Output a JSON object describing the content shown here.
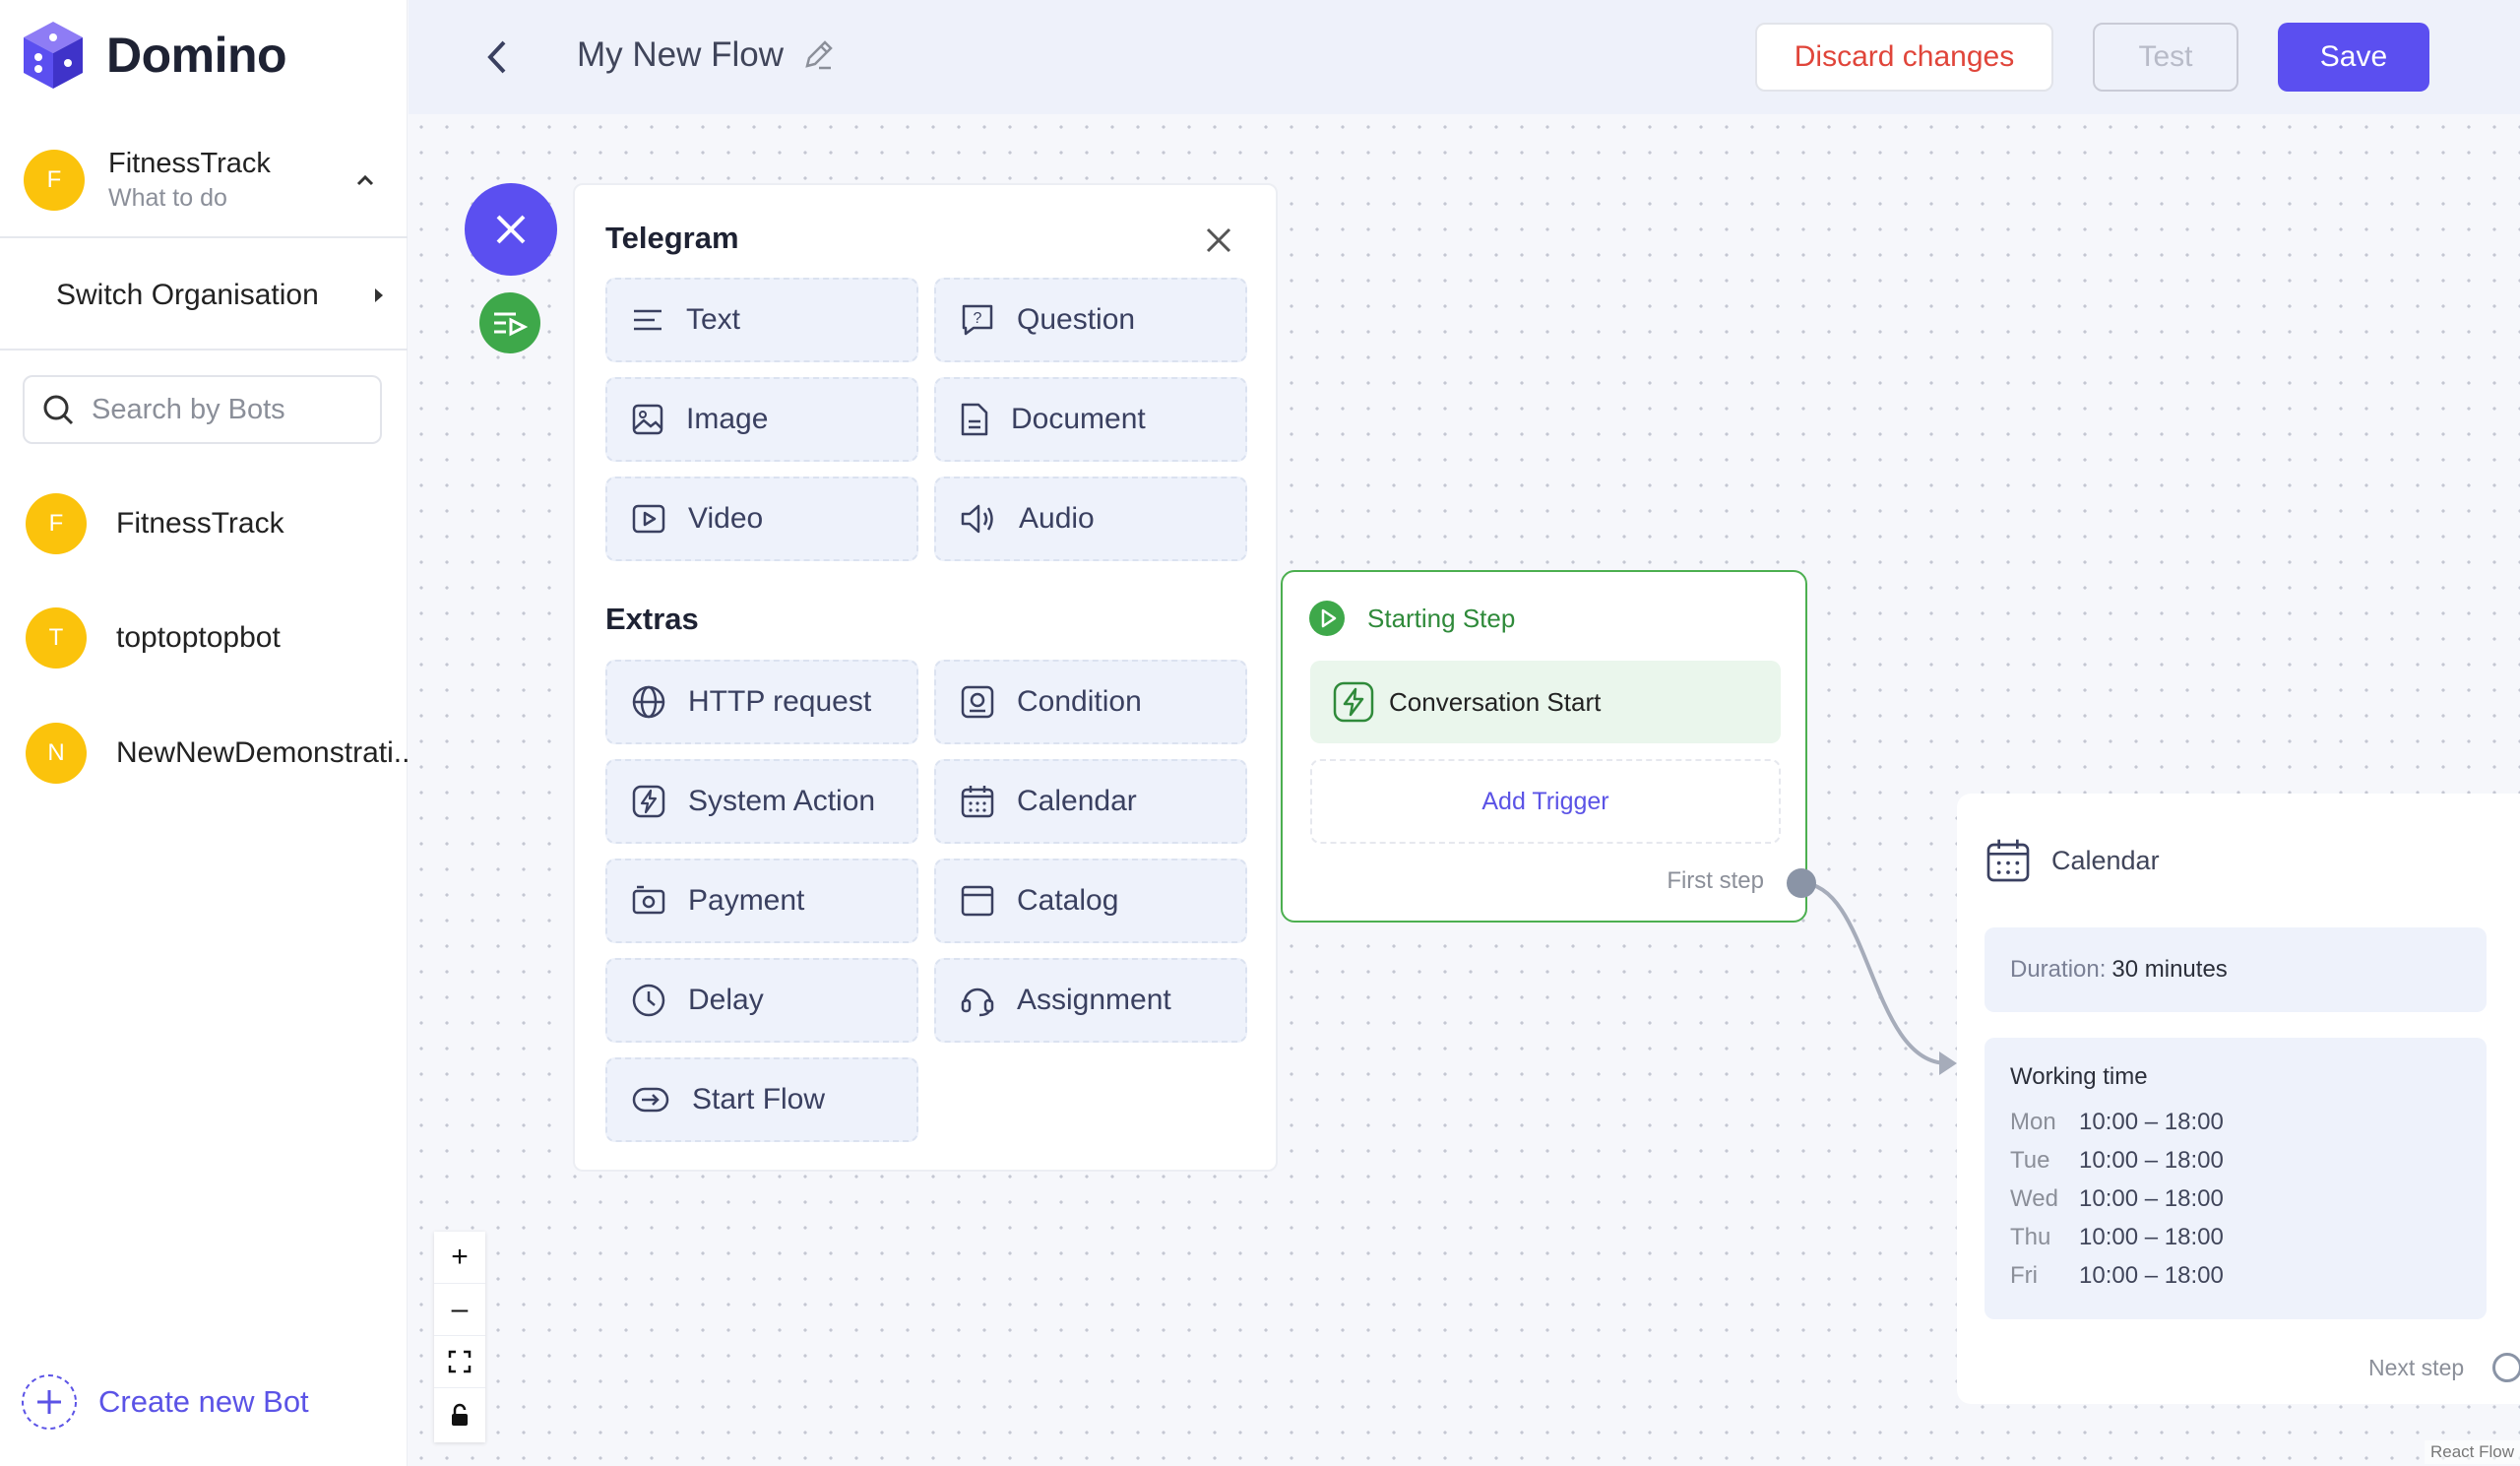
{
  "brand": {
    "name": "Domino",
    "accent": "#5b4ff0"
  },
  "organisation": {
    "initial": "F",
    "name": "FitnessTrack",
    "subtitle": "What to do"
  },
  "switch_org_label": "Switch Organisation",
  "search": {
    "placeholder": "Search by Bots",
    "value": ""
  },
  "bots": [
    {
      "initial": "F",
      "name": "FitnessTrack"
    },
    {
      "initial": "T",
      "name": "toptoptopbot"
    },
    {
      "initial": "N",
      "name": "NewNewDemonstrati..."
    }
  ],
  "create_bot_label": "Create new Bot",
  "header": {
    "flow_title": "My New Flow",
    "discard_label": "Discard changes",
    "test_label": "Test",
    "save_label": "Save"
  },
  "palette": {
    "telegram_title": "Telegram",
    "telegram_items": [
      {
        "label": "Text",
        "icon": "text-lines-icon"
      },
      {
        "label": "Question",
        "icon": "question-bubble-icon"
      },
      {
        "label": "Image",
        "icon": "image-icon"
      },
      {
        "label": "Document",
        "icon": "document-icon"
      },
      {
        "label": "Video",
        "icon": "video-icon"
      },
      {
        "label": "Audio",
        "icon": "speaker-icon"
      }
    ],
    "extras_title": "Extras",
    "extras_items": [
      {
        "label": "HTTP request",
        "icon": "globe-icon"
      },
      {
        "label": "Condition",
        "icon": "condition-icon"
      },
      {
        "label": "System Action",
        "icon": "bolt-icon"
      },
      {
        "label": "Calendar",
        "icon": "calendar-icon"
      },
      {
        "label": "Payment",
        "icon": "payment-icon"
      },
      {
        "label": "Catalog",
        "icon": "catalog-icon"
      },
      {
        "label": "Delay",
        "icon": "clock-icon"
      },
      {
        "label": "Assignment",
        "icon": "headset-icon"
      },
      {
        "label": "Start Flow",
        "icon": "start-flow-icon"
      }
    ]
  },
  "start_node": {
    "title": "Starting Step",
    "trigger": "Conversation Start",
    "add_trigger_label": "Add Trigger",
    "output_label": "First step",
    "color": "#4caf50"
  },
  "calendar_node": {
    "title": "Calendar",
    "duration_label": "Duration:",
    "duration_value": "30 minutes",
    "working_time_title": "Working time",
    "schedule": [
      {
        "day": "Mon",
        "hours": "10:00 – 18:00"
      },
      {
        "day": "Tue",
        "hours": "10:00 – 18:00"
      },
      {
        "day": "Wed",
        "hours": "10:00 – 18:00"
      },
      {
        "day": "Thu",
        "hours": "10:00 – 18:00"
      },
      {
        "day": "Fri",
        "hours": "10:00 – 18:00"
      }
    ],
    "output_label": "Next step"
  },
  "zoom_controls": [
    "+",
    "–"
  ],
  "attribution": "React Flow"
}
